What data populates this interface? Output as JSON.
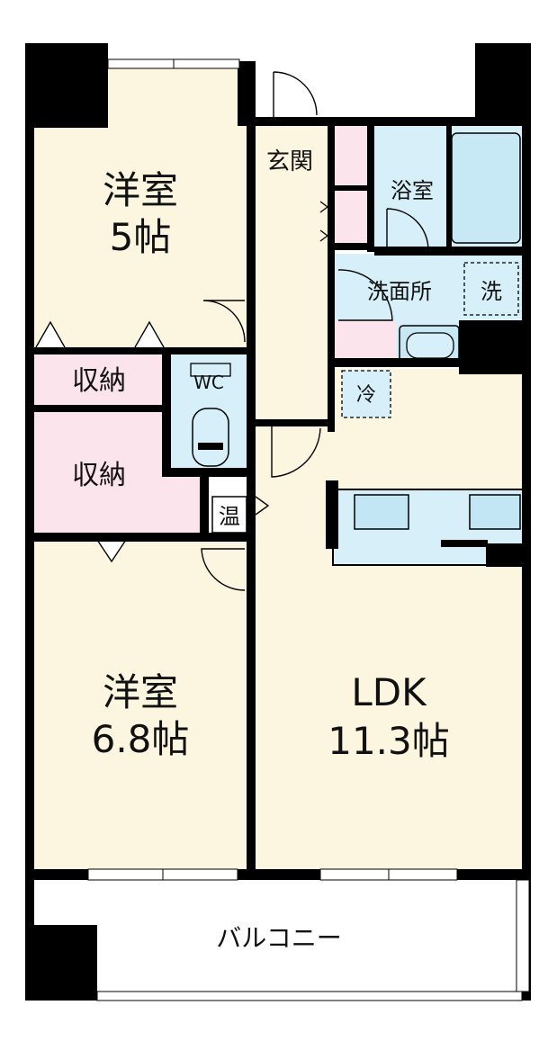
{
  "rooms": {
    "western_5": {
      "name": "洋室",
      "size": "5帖"
    },
    "western_68": {
      "name": "洋室",
      "size": "6.8帖"
    },
    "ldk": {
      "name": "LDK",
      "size": "11.3帖"
    },
    "storage_upper": {
      "name": "収納"
    },
    "storage_lower": {
      "name": "収納"
    },
    "wc": {
      "name": "WC"
    },
    "entrance": {
      "name": "玄関"
    },
    "bath": {
      "name": "浴室"
    },
    "washroom": {
      "name": "洗面所"
    },
    "balcony": {
      "name": "バルコニー"
    }
  },
  "symbols": {
    "washer": "洗",
    "fridge": "冷",
    "water_heater": "温"
  },
  "colors": {
    "room": "#fcf6e0",
    "storage": "#fbe4ec",
    "wet": "#d7eff9",
    "wall": "#000000",
    "balcony": "#ffffff"
  }
}
